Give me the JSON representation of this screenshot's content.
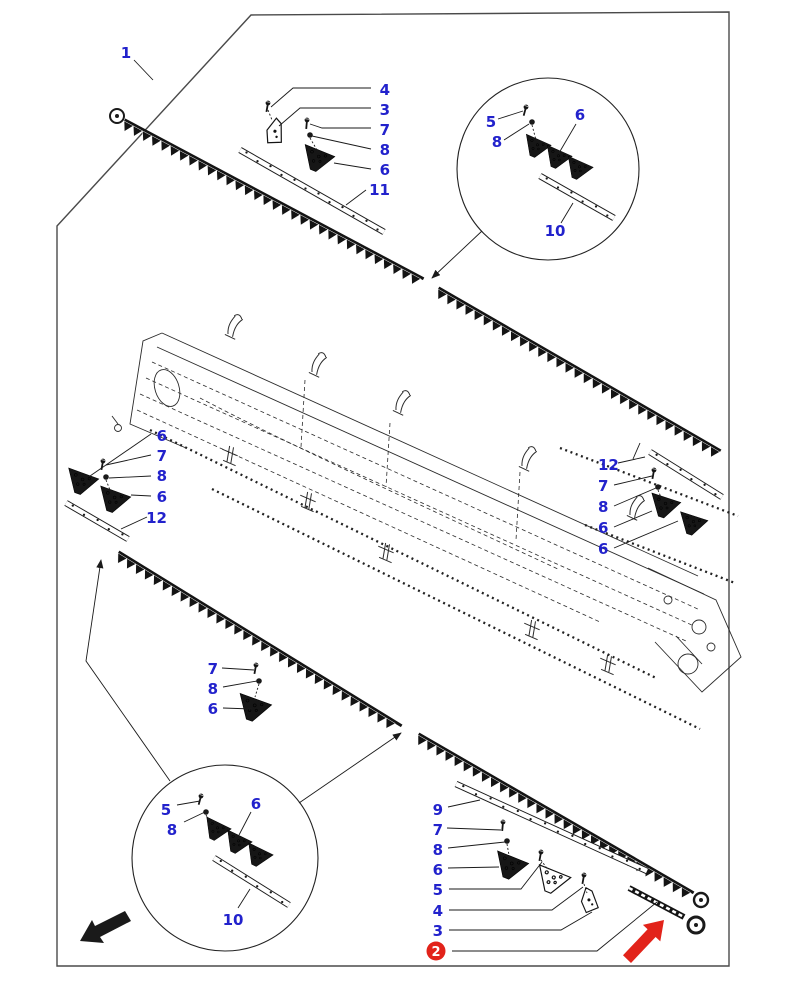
{
  "palette": {
    "callout": "#2222cc",
    "highlight": "#e2231a",
    "ink": "#1a1a1a",
    "paper": "#ffffff"
  },
  "callouts": {
    "assembly": {
      "knife": "1"
    },
    "top_middle": {
      "bolt": "4",
      "clip": "3",
      "screw": "7",
      "nut": "8",
      "section": "6",
      "back_bar": "11"
    },
    "detail_top": {
      "screw": "5",
      "nut": "8",
      "section": "6",
      "back_bar": "10"
    },
    "left": {
      "section_a": "6",
      "screw": "7",
      "nut": "8",
      "section_b": "6",
      "back_bar": "12"
    },
    "right": {
      "back_bar": "12",
      "screw": "7",
      "nut": "8",
      "section_a": "6",
      "section_b": "6"
    },
    "center": {
      "screw": "7",
      "nut": "8",
      "section": "6"
    },
    "detail_bottom": {
      "screw": "5",
      "nut": "8",
      "section": "6",
      "back_bar": "10"
    },
    "bottom_right": {
      "back_bar": "9",
      "screw": "7",
      "nut": "8",
      "section": "6",
      "end_section": "5",
      "clip_bolt": "4",
      "clip": "3"
    },
    "highlighted": {
      "knife_head": "2"
    }
  }
}
